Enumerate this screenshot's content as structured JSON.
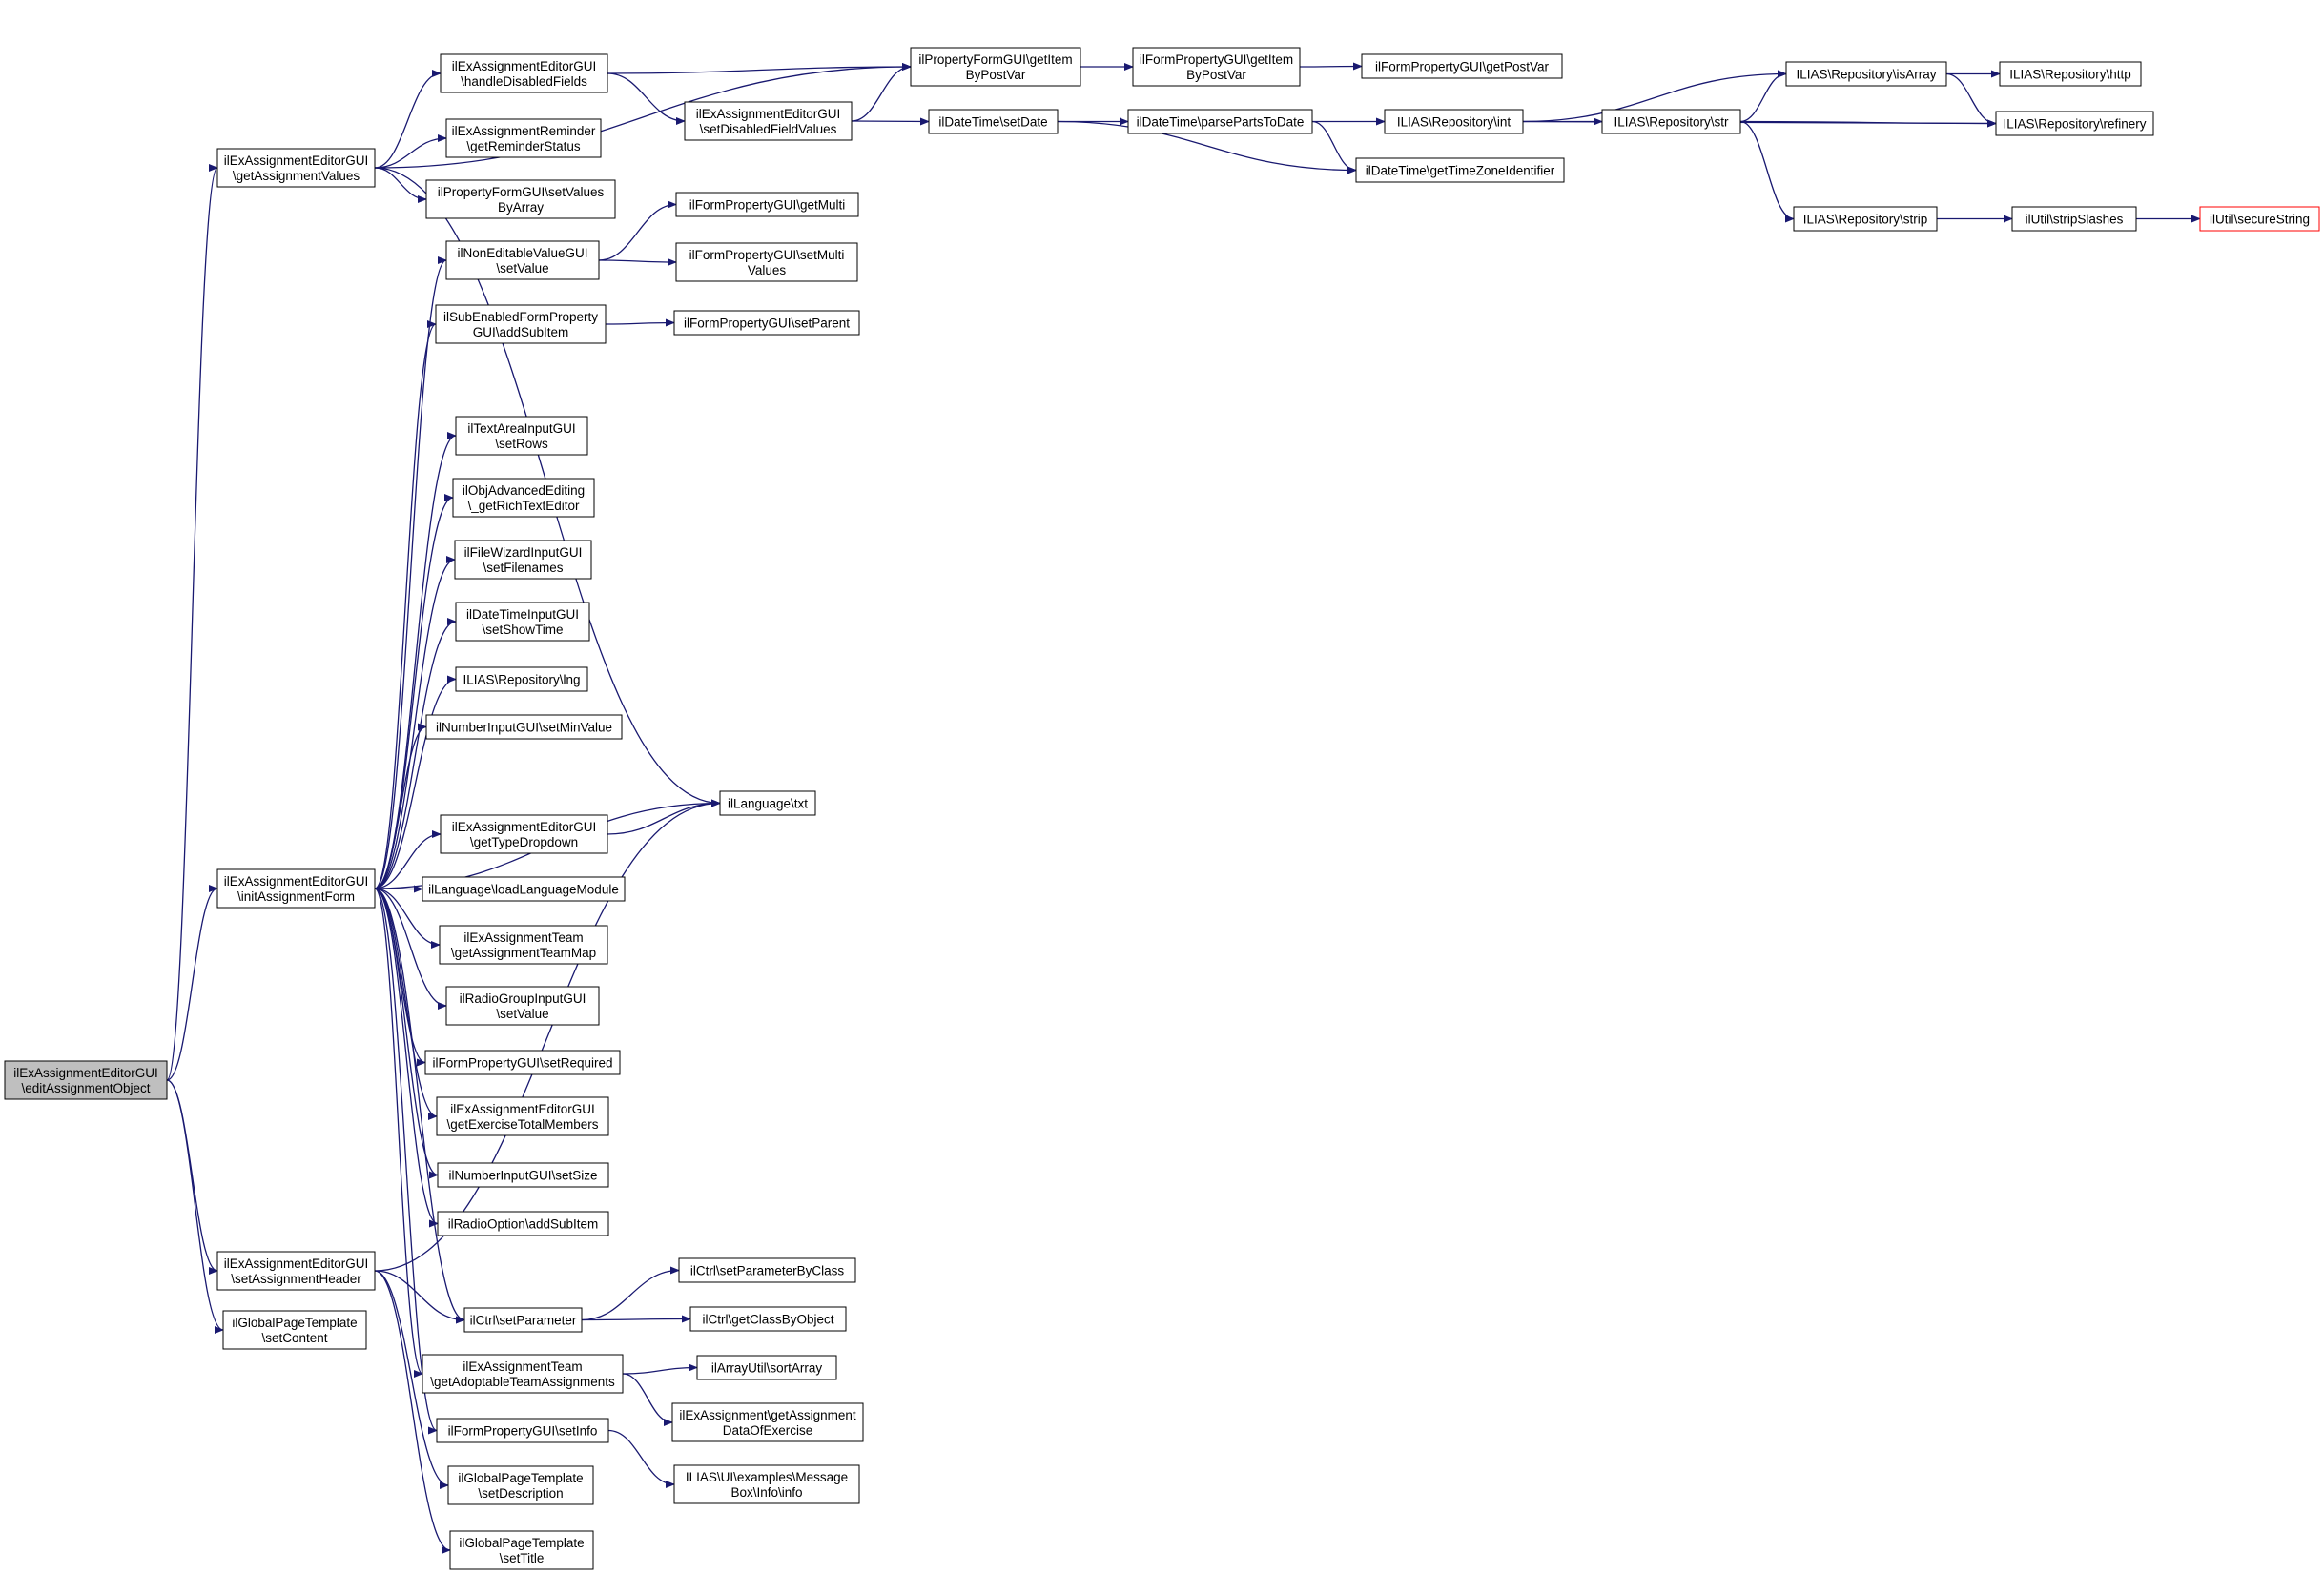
{
  "colors": {
    "node_fill": "#ffffff",
    "node_border": "#000000",
    "root_fill": "#bfbfbf",
    "truncated_border": "#ff0000",
    "edge": "#191970"
  },
  "nodes": [
    {
      "id": "root",
      "lines": [
        "ilExAssignmentEditorGUI",
        "\\editAssignmentObject"
      ],
      "kind": "root"
    },
    {
      "id": "getAssignmentValues",
      "lines": [
        "ilExAssignmentEditorGUI",
        "\\getAssignmentValues"
      ]
    },
    {
      "id": "initAssignmentForm",
      "lines": [
        "ilExAssignmentEditorGUI",
        "\\initAssignmentForm"
      ]
    },
    {
      "id": "setAssignmentHeader",
      "lines": [
        "ilExAssignmentEditorGUI",
        "\\setAssignmentHeader"
      ]
    },
    {
      "id": "gptSetContent",
      "lines": [
        "ilGlobalPageTemplate",
        "\\setContent"
      ]
    },
    {
      "id": "handleDisabledFields",
      "lines": [
        "ilExAssignmentEditorGUI",
        "\\handleDisabledFields"
      ]
    },
    {
      "id": "getReminderStatus",
      "lines": [
        "ilExAssignmentReminder",
        "\\getReminderStatus"
      ]
    },
    {
      "id": "setValuesByArray",
      "lines": [
        "ilPropertyFormGUI\\setValues",
        "ByArray"
      ]
    },
    {
      "id": "nevSetValue",
      "lines": [
        "ilNonEditableValueGUI",
        "\\setValue"
      ]
    },
    {
      "id": "addSubItem",
      "lines": [
        "ilSubEnabledFormProperty",
        "GUI\\addSubItem"
      ]
    },
    {
      "id": "setRows",
      "lines": [
        "ilTextAreaInputGUI",
        "\\setRows"
      ]
    },
    {
      "id": "getRichTextEditor",
      "lines": [
        "ilObjAdvancedEditing",
        "\\_getRichTextEditor"
      ]
    },
    {
      "id": "setFilenames",
      "lines": [
        "ilFileWizardInputGUI",
        "\\setFilenames"
      ]
    },
    {
      "id": "setShowTime",
      "lines": [
        "ilDateTimeInputGUI",
        "\\setShowTime"
      ]
    },
    {
      "id": "lng",
      "lines": [
        "ILIAS\\Repository\\lng"
      ]
    },
    {
      "id": "setMinValue",
      "lines": [
        "ilNumberInputGUI\\setMinValue"
      ]
    },
    {
      "id": "getTypeDropdown",
      "lines": [
        "ilExAssignmentEditorGUI",
        "\\getTypeDropdown"
      ]
    },
    {
      "id": "loadLanguageModule",
      "lines": [
        "ilLanguage\\loadLanguageModule"
      ]
    },
    {
      "id": "getAssignmentTeamMap",
      "lines": [
        "ilExAssignmentTeam",
        "\\getAssignmentTeamMap"
      ]
    },
    {
      "id": "rgSetValue",
      "lines": [
        "ilRadioGroupInputGUI",
        "\\setValue"
      ]
    },
    {
      "id": "setRequired",
      "lines": [
        "ilFormPropertyGUI\\setRequired"
      ]
    },
    {
      "id": "getExerciseTotalMembers",
      "lines": [
        "ilExAssignmentEditorGUI",
        "\\getExerciseTotalMembers"
      ]
    },
    {
      "id": "setSize",
      "lines": [
        "ilNumberInputGUI\\setSize"
      ]
    },
    {
      "id": "roAddSubItem",
      "lines": [
        "ilRadioOption\\addSubItem"
      ]
    },
    {
      "id": "ctrlSetParameter",
      "lines": [
        "ilCtrl\\setParameter"
      ]
    },
    {
      "id": "getAdoptableTeamAssignments",
      "lines": [
        "ilExAssignmentTeam",
        "\\getAdoptableTeamAssignments"
      ]
    },
    {
      "id": "setInfo",
      "lines": [
        "ilFormPropertyGUI\\setInfo"
      ]
    },
    {
      "id": "gptSetDescription",
      "lines": [
        "ilGlobalPageTemplate",
        "\\setDescription"
      ]
    },
    {
      "id": "gptSetTitle",
      "lines": [
        "ilGlobalPageTemplate",
        "\\setTitle"
      ]
    },
    {
      "id": "pfGetItemByPostVar",
      "lines": [
        "ilPropertyFormGUI\\getItem",
        "ByPostVar"
      ]
    },
    {
      "id": "setDisabledFieldValues",
      "lines": [
        "ilExAssignmentEditorGUI",
        "\\setDisabledFieldValues"
      ]
    },
    {
      "id": "getMulti",
      "lines": [
        "ilFormPropertyGUI\\getMulti"
      ]
    },
    {
      "id": "setMulti",
      "lines": [
        "ilFormPropertyGUI\\setMulti",
        "Values"
      ]
    },
    {
      "id": "setParent",
      "lines": [
        "ilFormPropertyGUI\\setParent"
      ]
    },
    {
      "id": "txt",
      "lines": [
        "ilLanguage\\txt"
      ]
    },
    {
      "id": "setParameterByClass",
      "lines": [
        "ilCtrl\\setParameterByClass"
      ]
    },
    {
      "id": "getClassByObject",
      "lines": [
        "ilCtrl\\getClassByObject"
      ]
    },
    {
      "id": "sortArray",
      "lines": [
        "ilArrayUtil\\sortArray"
      ]
    },
    {
      "id": "getAssignmentDataOfExercise",
      "lines": [
        "ilExAssignment\\getAssignment",
        "DataOfExercise"
      ]
    },
    {
      "id": "messageBoxInfo",
      "lines": [
        "ILIAS\\UI\\examples\\Message",
        "Box\\Info\\info"
      ]
    },
    {
      "id": "fpGetItemByPostVar",
      "lines": [
        "ilFormPropertyGUI\\getItem",
        "ByPostVar"
      ]
    },
    {
      "id": "getPostVar",
      "lines": [
        "ilFormPropertyGUI\\getPostVar"
      ]
    },
    {
      "id": "setDate",
      "lines": [
        "ilDateTime\\setDate"
      ]
    },
    {
      "id": "parsePartsToDate",
      "lines": [
        "ilDateTime\\parsePartsToDate"
      ]
    },
    {
      "id": "repoInt",
      "lines": [
        "ILIAS\\Repository\\int"
      ]
    },
    {
      "id": "getTimeZoneIdentifier",
      "lines": [
        "ilDateTime\\getTimeZoneIdentifier"
      ]
    },
    {
      "id": "repoStr",
      "lines": [
        "ILIAS\\Repository\\str"
      ]
    },
    {
      "id": "isArray",
      "lines": [
        "ILIAS\\Repository\\isArray"
      ]
    },
    {
      "id": "http",
      "lines": [
        "ILIAS\\Repository\\http"
      ]
    },
    {
      "id": "refinery",
      "lines": [
        "ILIAS\\Repository\\refinery"
      ]
    },
    {
      "id": "strip",
      "lines": [
        "ILIAS\\Repository\\strip"
      ]
    },
    {
      "id": "stripSlashes",
      "lines": [
        "ilUtil\\stripSlashes"
      ]
    },
    {
      "id": "secureString",
      "lines": [
        "ilUtil\\secureString"
      ],
      "kind": "truncated"
    }
  ],
  "edges": [
    [
      "root",
      "getAssignmentValues"
    ],
    [
      "root",
      "initAssignmentForm"
    ],
    [
      "root",
      "setAssignmentHeader"
    ],
    [
      "root",
      "gptSetContent"
    ],
    [
      "getAssignmentValues",
      "pfGetItemByPostVar"
    ],
    [
      "getAssignmentValues",
      "handleDisabledFields"
    ],
    [
      "getAssignmentValues",
      "getReminderStatus"
    ],
    [
      "getAssignmentValues",
      "setValuesByArray"
    ],
    [
      "getAssignmentValues",
      "txt"
    ],
    [
      "handleDisabledFields",
      "pfGetItemByPostVar"
    ],
    [
      "handleDisabledFields",
      "setDisabledFieldValues"
    ],
    [
      "setDisabledFieldValues",
      "pfGetItemByPostVar"
    ],
    [
      "setDisabledFieldValues",
      "setDate"
    ],
    [
      "pfGetItemByPostVar",
      "fpGetItemByPostVar"
    ],
    [
      "fpGetItemByPostVar",
      "getPostVar"
    ],
    [
      "setDate",
      "parsePartsToDate"
    ],
    [
      "setDate",
      "getTimeZoneIdentifier"
    ],
    [
      "parsePartsToDate",
      "repoInt"
    ],
    [
      "parsePartsToDate",
      "getTimeZoneIdentifier"
    ],
    [
      "repoInt",
      "isArray"
    ],
    [
      "repoInt",
      "repoStr"
    ],
    [
      "repoInt",
      "refinery"
    ],
    [
      "repoStr",
      "isArray"
    ],
    [
      "repoStr",
      "refinery"
    ],
    [
      "repoStr",
      "strip"
    ],
    [
      "isArray",
      "http"
    ],
    [
      "isArray",
      "refinery"
    ],
    [
      "strip",
      "stripSlashes"
    ],
    [
      "stripSlashes",
      "secureString"
    ],
    [
      "initAssignmentForm",
      "nevSetValue"
    ],
    [
      "initAssignmentForm",
      "addSubItem"
    ],
    [
      "initAssignmentForm",
      "setRows"
    ],
    [
      "initAssignmentForm",
      "getRichTextEditor"
    ],
    [
      "initAssignmentForm",
      "setFilenames"
    ],
    [
      "initAssignmentForm",
      "setShowTime"
    ],
    [
      "initAssignmentForm",
      "lng"
    ],
    [
      "initAssignmentForm",
      "setMinValue"
    ],
    [
      "initAssignmentForm",
      "txt"
    ],
    [
      "initAssignmentForm",
      "getTypeDropdown"
    ],
    [
      "initAssignmentForm",
      "loadLanguageModule"
    ],
    [
      "initAssignmentForm",
      "getAssignmentTeamMap"
    ],
    [
      "initAssignmentForm",
      "rgSetValue"
    ],
    [
      "initAssignmentForm",
      "setRequired"
    ],
    [
      "initAssignmentForm",
      "getExerciseTotalMembers"
    ],
    [
      "initAssignmentForm",
      "setSize"
    ],
    [
      "initAssignmentForm",
      "roAddSubItem"
    ],
    [
      "initAssignmentForm",
      "ctrlSetParameter"
    ],
    [
      "initAssignmentForm",
      "getAdoptableTeamAssignments"
    ],
    [
      "initAssignmentForm",
      "setInfo"
    ],
    [
      "nevSetValue",
      "getMulti"
    ],
    [
      "nevSetValue",
      "setMulti"
    ],
    [
      "addSubItem",
      "setParent"
    ],
    [
      "getTypeDropdown",
      "txt"
    ],
    [
      "ctrlSetParameter",
      "setParameterByClass"
    ],
    [
      "ctrlSetParameter",
      "getClassByObject"
    ],
    [
      "getAdoptableTeamAssignments",
      "sortArray"
    ],
    [
      "getAdoptableTeamAssignments",
      "getAssignmentDataOfExercise"
    ],
    [
      "setInfo",
      "messageBoxInfo"
    ],
    [
      "setAssignmentHeader",
      "txt"
    ],
    [
      "setAssignmentHeader",
      "ctrlSetParameter"
    ],
    [
      "setAssignmentHeader",
      "gptSetDescription"
    ],
    [
      "setAssignmentHeader",
      "gptSetTitle"
    ]
  ]
}
